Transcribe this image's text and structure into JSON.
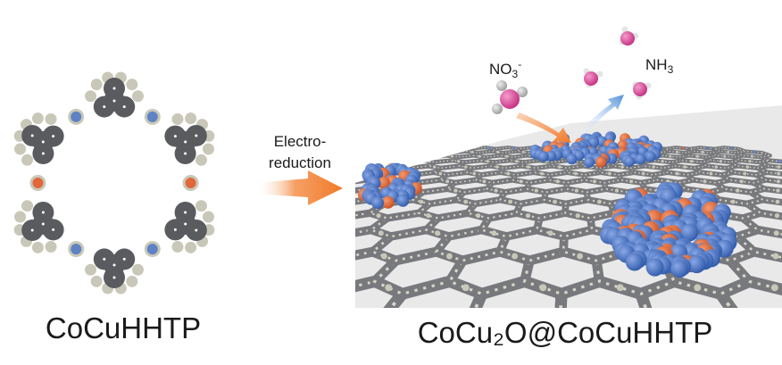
{
  "left_structure": {
    "caption": "CoCuHHTP"
  },
  "process": {
    "line1": "Electro-",
    "line2": "reduction"
  },
  "right_structure": {
    "caption": "CoCu₂O@CoCuHHTP"
  },
  "reaction": {
    "reactant_base": "NO",
    "reactant_sub": "3",
    "reactant_sup": "-",
    "product_base": "NH",
    "product_sub": "3"
  },
  "colors": {
    "framework_dark": "#5a5b5f",
    "framework_light": "#c9c8b8",
    "nitrogen_blue": "#5f82c4",
    "copper_oxide_orange": "#e0683a",
    "cluster_blue": "#3f6fc9",
    "ammonia_pink": "#e0489a",
    "arrow_orange": "#f07a2a",
    "arrow_blue": "#4f8fd8"
  }
}
